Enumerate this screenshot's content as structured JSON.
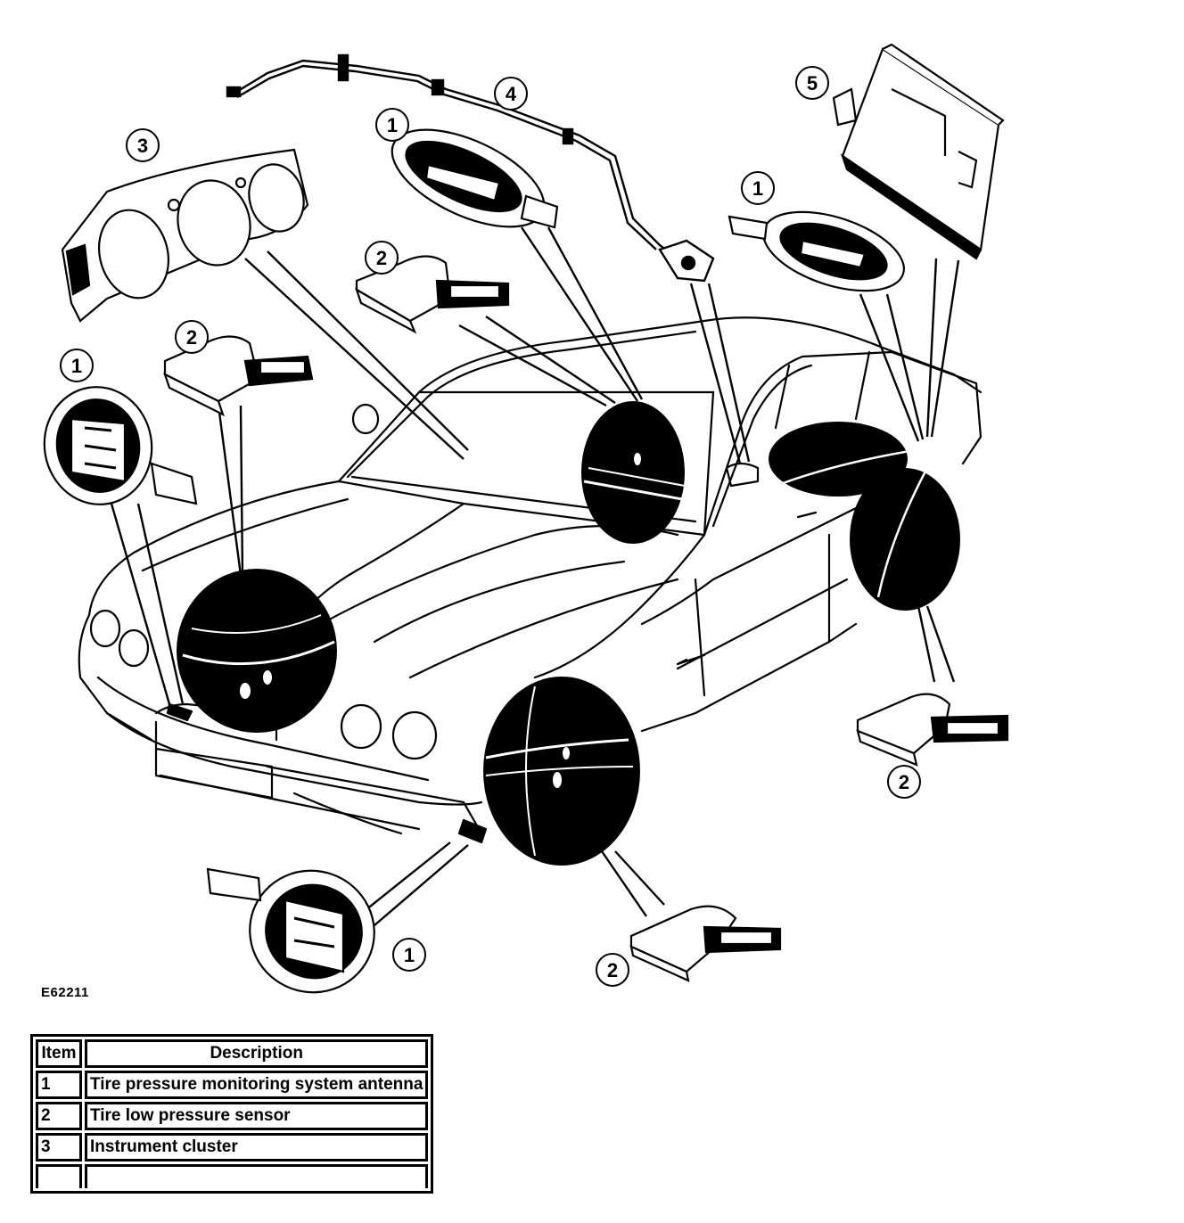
{
  "figure": {
    "id": "E62211",
    "callouts": [
      {
        "n": "1"
      },
      {
        "n": "1"
      },
      {
        "n": "1"
      },
      {
        "n": "1"
      },
      {
        "n": "2"
      },
      {
        "n": "2"
      },
      {
        "n": "2"
      },
      {
        "n": "2"
      },
      {
        "n": "3"
      },
      {
        "n": "4"
      },
      {
        "n": "5"
      }
    ]
  },
  "legend": {
    "headers": {
      "item": "Item",
      "description": "Description"
    },
    "rows": [
      {
        "item": "1",
        "description": "Tire pressure monitoring system antenna"
      },
      {
        "item": "2",
        "description": "Tire low pressure sensor"
      },
      {
        "item": "3",
        "description": "Instrument cluster"
      }
    ]
  }
}
